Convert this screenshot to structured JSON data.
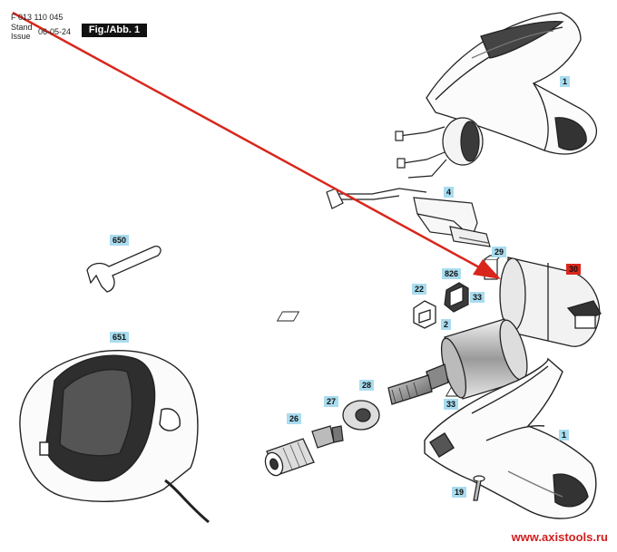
{
  "header": {
    "part_number": "F 013 110 045",
    "stand_label": "Stand",
    "issue_label": "Issue",
    "date": "06-05-24",
    "figure_label": "Fig./Abb. 1"
  },
  "callouts": [
    "1",
    "650",
    "4",
    "29",
    "30",
    "826",
    "33",
    "22",
    "2",
    "651",
    "28",
    "27",
    "33",
    "26",
    "1",
    "19"
  ],
  "highlight_callout": "30",
  "highlight_color": "#d9261c",
  "callout_color": "#a9dcef",
  "website": "www.axistools.ru"
}
